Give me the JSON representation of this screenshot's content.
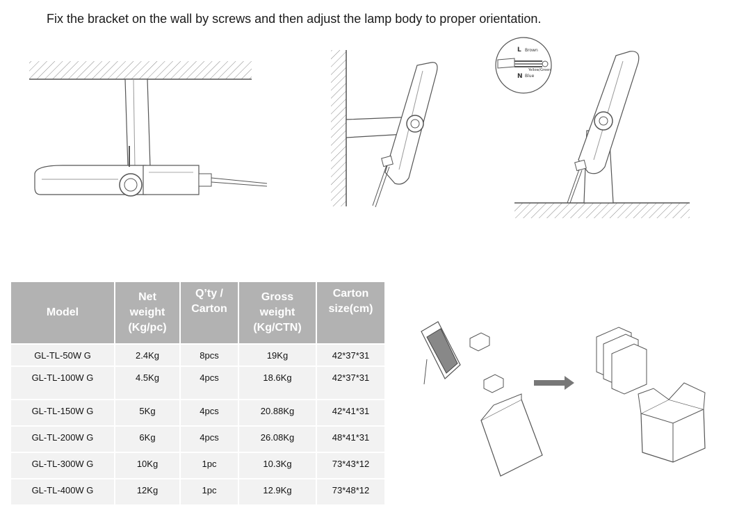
{
  "instruction": "Fix the bracket on the wall by screws and then adjust the lamp body to proper orientation.",
  "wiring": {
    "l_label": "L",
    "n_label": "N",
    "brown": "Brown",
    "yellow_green": "Yellow/Green",
    "blue": "Blue"
  },
  "table": {
    "headers": [
      [
        "Model"
      ],
      [
        "Net",
        "weight",
        "(Kg/pc)"
      ],
      [
        "Q’ty /",
        "Carton"
      ],
      [
        "Gross",
        "weight",
        "(Kg/CTN)"
      ],
      [
        "Carton",
        "size(cm)"
      ]
    ],
    "rows": [
      [
        "GL-TL-50W G",
        "2.4Kg",
        "8pcs",
        "19Kg",
        "42*37*31"
      ],
      [
        "GL-TL-100W G",
        "4.5Kg",
        "4pcs",
        "18.6Kg",
        "42*37*31"
      ],
      [
        "GL-TL-150W G",
        "5Kg",
        "4pcs",
        "20.88Kg",
        "42*41*31"
      ],
      [
        "GL-TL-200W G",
        "6Kg",
        "4pcs",
        "26.08Kg",
        "48*41*31"
      ],
      [
        "GL-TL-300W G",
        "10Kg",
        "1pc",
        "10.3Kg",
        "73*43*12"
      ],
      [
        "GL-TL-400W G",
        "12Kg",
        "1pc",
        "12.9Kg",
        "73*48*12"
      ]
    ]
  },
  "colors": {
    "header_bg": "#b2b2b2",
    "row_bg": "#f2f2f2",
    "line": "#555555"
  }
}
